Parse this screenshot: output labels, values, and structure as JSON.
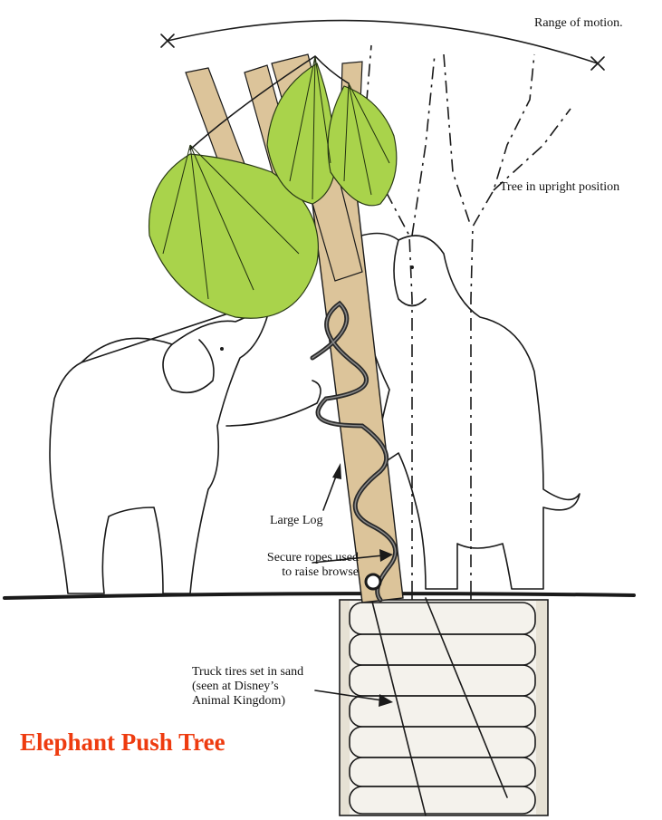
{
  "title": "Elephant Push Tree",
  "labels": {
    "range_of_motion": "Range of motion.",
    "tree_upright": "Tree in upright position",
    "large_log": "Large Log",
    "secure_ropes_line1": "Secure ropes used",
    "secure_ropes_line2": "to raise browse",
    "tires_line1": "Truck tires set in sand",
    "tires_line2": "(seen at Disney’s",
    "tires_line3": "Animal Kingdom)"
  },
  "colors": {
    "title": "#ee3b0f",
    "log": "#dcc49a",
    "foliage": "#a9d34b",
    "ink": "#1a1a1a"
  }
}
